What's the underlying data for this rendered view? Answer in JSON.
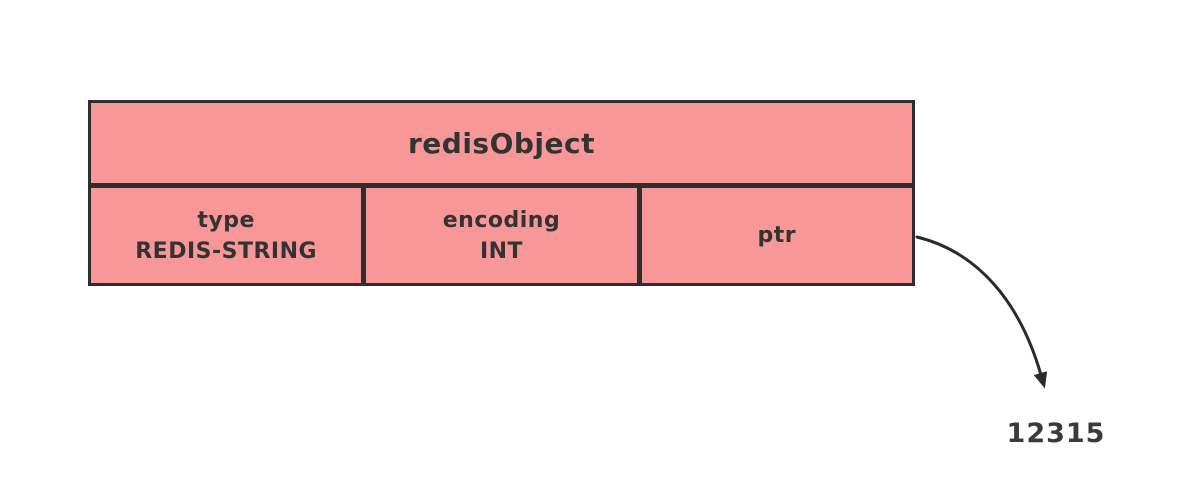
{
  "diagram": {
    "title": "redisObject",
    "fields": [
      {
        "name": "type",
        "value": "REDIS-STRING"
      },
      {
        "name": "encoding",
        "value": "INT"
      },
      {
        "name": "ptr",
        "value": ""
      }
    ],
    "pointer": {
      "from_field": "ptr",
      "target_label": "12315"
    },
    "colors": {
      "cell_fill": "#F89797",
      "border": "#2E2E2E",
      "text": "#333333",
      "arrow": "#2B2B2B",
      "background": "#FFFFFF"
    }
  }
}
